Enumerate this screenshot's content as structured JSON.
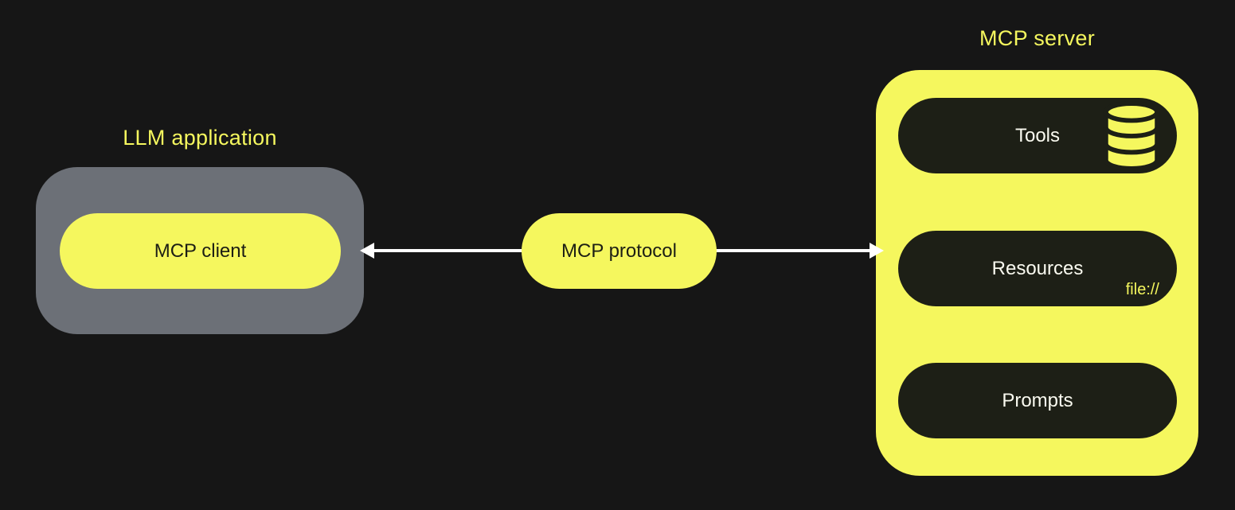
{
  "colors": {
    "background": "#161616",
    "yellow": "#f5f75e",
    "gray": "#6c7077",
    "dark_pill": "#1d1f16",
    "arrow": "#ffffff",
    "dark_text": "#1c1e14",
    "light_text": "#fafaf0"
  },
  "llm": {
    "label": "LLM application",
    "client_label": "MCP client"
  },
  "protocol": {
    "label": "MCP protocol"
  },
  "server": {
    "label": "MCP server",
    "items": [
      {
        "label": "Tools",
        "icon": "database-icon"
      },
      {
        "label": "Resources",
        "annotation": "file://"
      },
      {
        "label": "Prompts"
      }
    ]
  }
}
